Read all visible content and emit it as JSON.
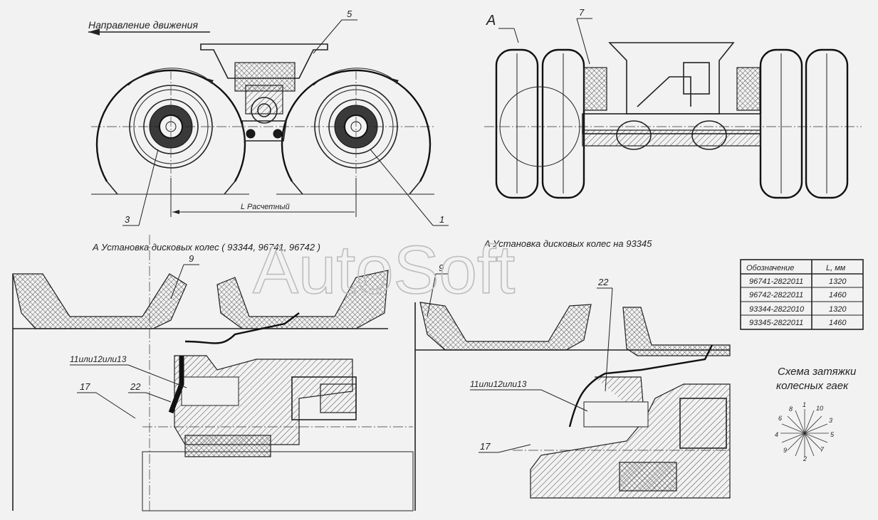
{
  "top_left": {
    "direction_label": "Направление движения",
    "dimension_label": "L  Расчетный",
    "callouts": [
      "5",
      "3",
      "1"
    ]
  },
  "top_right": {
    "view_letter": "A",
    "callouts": [
      "7"
    ]
  },
  "section_left": {
    "title": "А   Установка дисковых колес ( 93344, 96741, 96742 )",
    "callouts": [
      "9",
      "11или12или13",
      "17",
      "22"
    ]
  },
  "section_right": {
    "title": "А  Установка дисковых колес на 93345",
    "callouts": [
      "9",
      "22",
      "11или12или13",
      "17"
    ]
  },
  "table": {
    "headers": [
      "Обозначение",
      "L, мм"
    ],
    "rows": [
      [
        "96741-2822011",
        "1320"
      ],
      [
        "96742-2822011",
        "1460"
      ],
      [
        "93344-2822010",
        "1320"
      ],
      [
        "93345-2822011",
        "1460"
      ]
    ]
  },
  "tightening_scheme": {
    "title_line1": "Схема затяжки",
    "title_line2": "колесных гаек",
    "nut_numbers": [
      "1",
      "3",
      "5",
      "7",
      "2",
      "9",
      "4",
      "6",
      "8",
      "10"
    ]
  },
  "watermark": "AutoSoft"
}
